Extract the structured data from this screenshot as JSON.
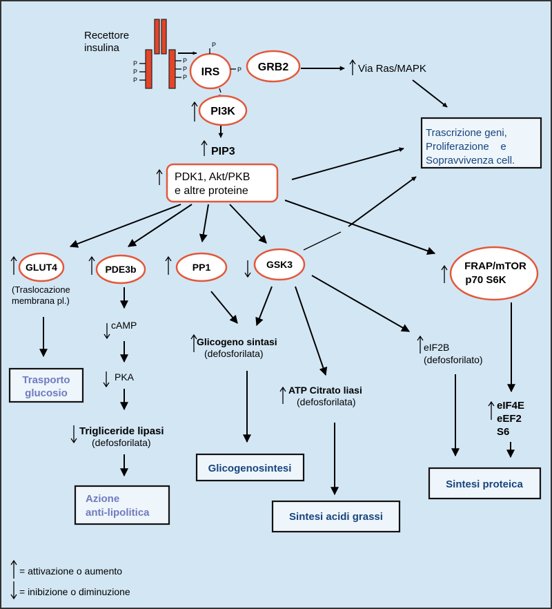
{
  "receptor": {
    "label_line1": "Recettore",
    "label_line2": "insulina",
    "p": "P"
  },
  "nodes": {
    "irs": "IRS",
    "grb2": "GRB2",
    "pi3k": "PI3K",
    "pip3": "PIP3",
    "pdk_line1": "PDK1, Akt/PKB",
    "pdk_line2": "e altre proteine",
    "glut4": "GLUT4",
    "glut4_note1": "(Traslocazione",
    "glut4_note2": "membrana pl.)",
    "pde3b": "PDE3b",
    "pp1": "PP1",
    "gsk3": "GSK3",
    "frap_line1": "FRAP/mTOR",
    "frap_line2": "p70 S6K",
    "via_ras": "Via Ras/MAPK",
    "camp": "cAMP",
    "pka": "PKA",
    "trig_line1": "Trigliceride lipasi",
    "trig_line2": "(defosforilata)",
    "glic_sint_line1": "Glicogeno sintasi",
    "glic_sint_line2": "(defosforilata)",
    "atp_line1": "ATP Citrato liasi",
    "atp_line2": "(defosforilata)",
    "eif2b_line1": "eIF2B",
    "eif2b_line2": "(defosforilato)",
    "eif4e": "eIF4E",
    "eef2": "eEF2",
    "s6": "S6"
  },
  "outcomes": {
    "trascrizione_line1": "Trascrizione geni,",
    "trascrizione_line2": "Proliferazione    e",
    "trascrizione_line3": "Sopravvivenza cell.",
    "trasporto_line1": "Trasporto",
    "trasporto_line2": "glucosio",
    "azione_line1": "Azione",
    "azione_line2": "anti-lipolitica",
    "glicogenosintesi": "Glicogenosintesi",
    "sintesi_acidi": "Sintesi acidi grassi",
    "sintesi_proteica": "Sintesi proteica"
  },
  "legend": {
    "up": "= attivazione o aumento",
    "down": "= inibizione o diminuzione"
  },
  "colors": {
    "background": "#d3e6f4",
    "node_outline": "#e2583a",
    "outcome_text": "#16457e",
    "outcome_text_light": "#6f7bc0"
  }
}
